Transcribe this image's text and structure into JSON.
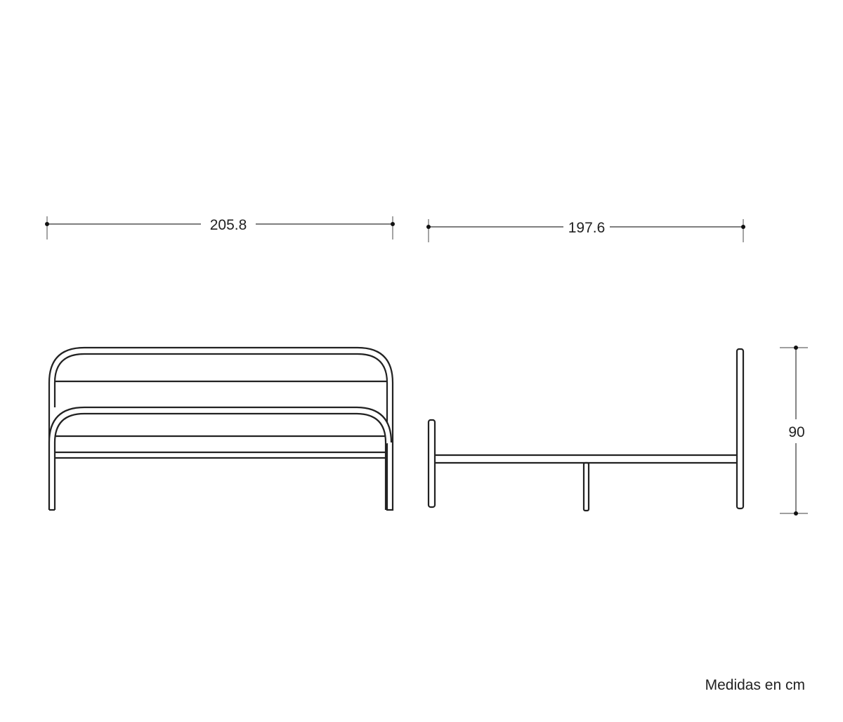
{
  "dimensions": {
    "width_front": "205.8",
    "length_side": "197.6",
    "height": "90"
  },
  "note": "Medidas en cm",
  "colors": {
    "line": "#222222",
    "background": "#ffffff"
  }
}
